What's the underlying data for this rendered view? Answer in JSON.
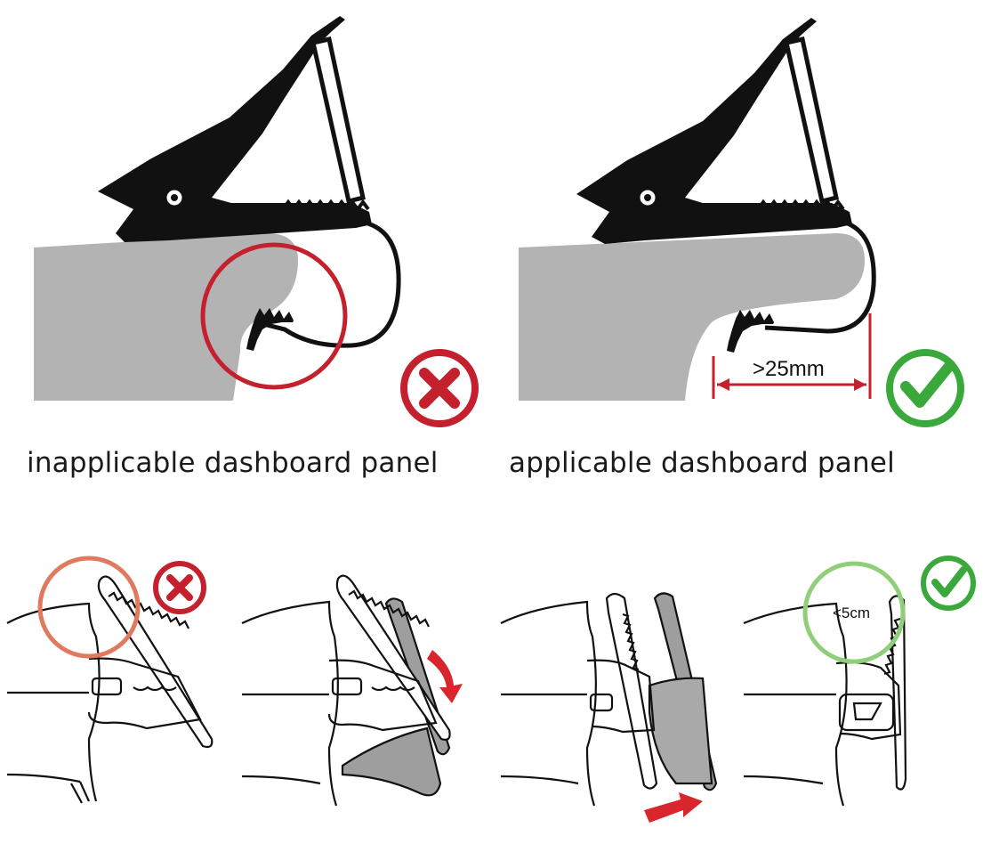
{
  "captions": {
    "inapplicable": "inapplicable dashboard panel",
    "applicable": "applicable dashboard panel"
  },
  "measurements": {
    "gap_top": ">25mm",
    "gap_bottom": "<5cm"
  },
  "colors": {
    "dashboard_gray": "#b3b3b3",
    "clip_black": "#111111",
    "wrong_red": "#c4202e",
    "wrong_circle_orange": "#e07a5f",
    "right_green": "#3aa83a",
    "arrow_red": "#d9252c",
    "measure_red": "#c4202e"
  },
  "icons": {
    "wrong": "cross-icon",
    "right": "check-icon",
    "direction": "arrow-icon"
  }
}
